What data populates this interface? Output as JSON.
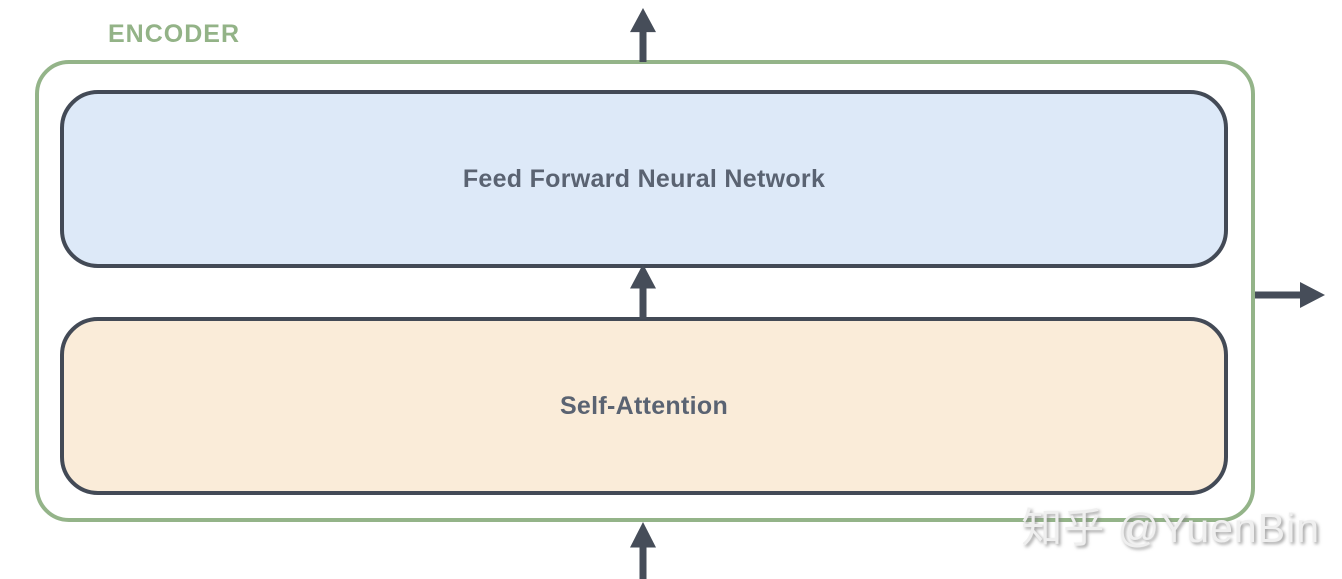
{
  "encoder": {
    "label": "ENCODER",
    "boxes": [
      {
        "id": "feed-forward",
        "label": "Feed Forward Neural Network"
      },
      {
        "id": "self-attention",
        "label": "Self-Attention"
      }
    ]
  },
  "watermark": {
    "text": "知乎 @YuenBin"
  },
  "colors": {
    "encoder-border": "#94b489",
    "encoder-label": "#93b387",
    "box-border": "#434a56",
    "arrow": "#464d59",
    "ffn-fill": "#dde9f8",
    "attn-fill": "#faecd9",
    "box-text": "#5a6372",
    "watermark": "#efefef"
  }
}
